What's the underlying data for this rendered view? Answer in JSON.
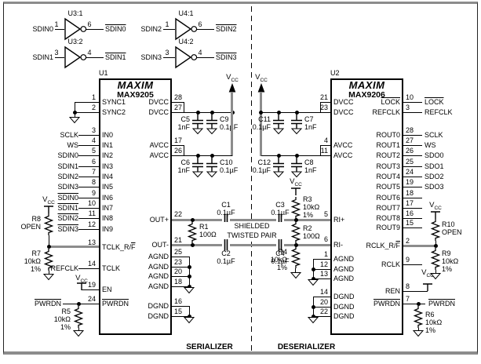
{
  "labels": {
    "vcc": "V",
    "vcc_sub": "CC",
    "serializer": "SERIALIZER",
    "deserializer": "DESERIALIZER",
    "pair_line1": "SHIELDED",
    "pair_line2": "TWISTED PAIR"
  },
  "inverters": [
    {
      "name": "U3:1",
      "in_pin": "1",
      "in": "SDIN0",
      "out_pin": "6",
      "out": "SDIN0"
    },
    {
      "name": "U3:2",
      "in_pin": "3",
      "in": "SDIN1",
      "out_pin": "4",
      "out": "SDIN1"
    },
    {
      "name": "U4:1",
      "in_pin": "1",
      "in": "SDIN2",
      "out_pin": "6",
      "out": "SDIN2"
    },
    {
      "name": "U4:2",
      "in_pin": "3",
      "in": "SDIN3",
      "out_pin": "4",
      "out": "SDIN3"
    }
  ],
  "u1": {
    "ref": "U1",
    "brand": "MAXIM",
    "part": "MAX9205",
    "left": [
      {
        "num": "1",
        "name": "SYNC1"
      },
      {
        "num": "2",
        "name": "SYNC2"
      },
      {
        "num": "3",
        "name": "IN0",
        "signal": "SCLK"
      },
      {
        "num": "4",
        "name": "IN1",
        "signal": "WS"
      },
      {
        "num": "5",
        "name": "IN2",
        "signal": "SDIN0"
      },
      {
        "num": "6",
        "name": "IN3",
        "signal": "SDIN1"
      },
      {
        "num": "7",
        "name": "IN4",
        "signal": "SDIN2"
      },
      {
        "num": "8",
        "name": "IN5",
        "signal": "SDIN3"
      },
      {
        "num": "9",
        "name": "IN6",
        "signal": "SDIN0"
      },
      {
        "num": "10",
        "name": "IN7",
        "signal": "SDIN1"
      },
      {
        "num": "11",
        "name": "IN8",
        "signal": "SDIN2"
      },
      {
        "num": "12",
        "name": "IN9",
        "signal": "SDIN3"
      },
      {
        "num": "13",
        "name_pre": "TCLK_R/",
        "name_bar": "F"
      },
      {
        "num": "14",
        "name": "TCLK",
        "signal": "REFCLK"
      },
      {
        "num": "19",
        "name": "EN"
      },
      {
        "num": "24",
        "name": "PWRDN",
        "signal": "PWRDN"
      }
    ],
    "right": [
      {
        "num": "28",
        "name": "DVCC"
      },
      {
        "num": "27",
        "name": "DVCC"
      },
      {
        "num": "17",
        "name": "AVCC"
      },
      {
        "num": "26",
        "name": "AVCC"
      },
      {
        "num": "22",
        "name": "OUT+"
      },
      {
        "num": "21",
        "name": "OUT-"
      },
      {
        "num": "25",
        "name": "AGND"
      },
      {
        "num": "23",
        "name": "AGND"
      },
      {
        "num": "20",
        "name": "AGND"
      },
      {
        "num": "18",
        "name": "AGND"
      },
      {
        "num": "16",
        "name": "DGND"
      },
      {
        "num": "15",
        "name": "DGND"
      }
    ]
  },
  "u2": {
    "ref": "U2",
    "brand": "MAXIM",
    "part": "MAX9206",
    "left": [
      {
        "num": "21",
        "name": "DVCC"
      },
      {
        "num": "23",
        "name": "DVCC"
      },
      {
        "num": "4",
        "name": "AVCC"
      },
      {
        "num": "11",
        "name": "AVCC"
      },
      {
        "num": "5",
        "name": "RI+"
      },
      {
        "num": "6",
        "name": "RI-"
      },
      {
        "num": "1",
        "name": "AGND"
      },
      {
        "num": "12",
        "name": "AGND"
      },
      {
        "num": "13",
        "name": "AGND"
      },
      {
        "num": "14",
        "name": "DGND"
      },
      {
        "num": "20",
        "name": "DGND"
      },
      {
        "num": "22",
        "name": "DGND"
      }
    ],
    "right": [
      {
        "num": "10",
        "name": "LOCK",
        "signal": "LOCK"
      },
      {
        "num": "3",
        "name": "REFCLK",
        "signal": "REFCLK"
      },
      {
        "num": "28",
        "name": "ROUT0",
        "signal": "SCLK"
      },
      {
        "num": "27",
        "name": "ROUT1",
        "signal": "WS"
      },
      {
        "num": "26",
        "name": "ROUT2",
        "signal": "SDO0"
      },
      {
        "num": "25",
        "name": "ROUT3",
        "signal": "SDO1"
      },
      {
        "num": "24",
        "name": "ROUT4",
        "signal": "SDO2"
      },
      {
        "num": "19",
        "name": "ROUT5",
        "signal": "SDO3"
      },
      {
        "num": "18",
        "name": "ROUT6"
      },
      {
        "num": "17",
        "name": "ROUT7"
      },
      {
        "num": "16",
        "name": "ROUT8"
      },
      {
        "num": "15",
        "name": "ROUT9"
      },
      {
        "num": "2",
        "name_pre": "RCLK_R/",
        "name_bar": "F"
      },
      {
        "num": "9",
        "name": "RCLK"
      },
      {
        "num": "8",
        "name": "REN"
      },
      {
        "num": "7",
        "name": "PWRDN",
        "signal": "PWRDN"
      }
    ]
  },
  "resistors": {
    "r1": {
      "ref": "R1",
      "v": "100Ω"
    },
    "r2": {
      "ref": "R2",
      "v": "100Ω"
    },
    "r3": {
      "ref": "R3",
      "v": "10kΩ",
      "t": "1%"
    },
    "r4": {
      "ref": "R4",
      "v": "10kΩ",
      "t": "1%"
    },
    "r5": {
      "ref": "R5",
      "v": "10kΩ",
      "t": "1%"
    },
    "r6": {
      "ref": "R6",
      "v": "10kΩ",
      "t": "1%"
    },
    "r7": {
      "ref": "R7",
      "v": "10kΩ",
      "t": "1%"
    },
    "r8": {
      "ref": "R8",
      "v": "OPEN"
    },
    "r9": {
      "ref": "R9",
      "v": "10kΩ",
      "t": "1%"
    },
    "r10": {
      "ref": "R10",
      "v": "OPEN"
    }
  },
  "capacitors": {
    "c1": {
      "ref": "C1",
      "v": "0.1µF"
    },
    "c2": {
      "ref": "C2",
      "v": "0.1µF"
    },
    "c3": {
      "ref": "C3",
      "v": "0.1µF"
    },
    "c4": {
      "ref": "C4",
      "v": "0.1µF"
    },
    "c5": {
      "ref": "C5",
      "v": "1nF"
    },
    "c6": {
      "ref": "C6",
      "v": "1nF"
    },
    "c7": {
      "ref": "C7",
      "v": "1nF"
    },
    "c8": {
      "ref": "C8",
      "v": "1nF"
    },
    "c9": {
      "ref": "C9",
      "v": "0.1µF"
    },
    "c10": {
      "ref": "C10",
      "v": "0.1µF"
    },
    "c11": {
      "ref": "C11",
      "v": "0.1µF"
    },
    "c12": {
      "ref": "C12",
      "v": "0.1µF"
    }
  }
}
